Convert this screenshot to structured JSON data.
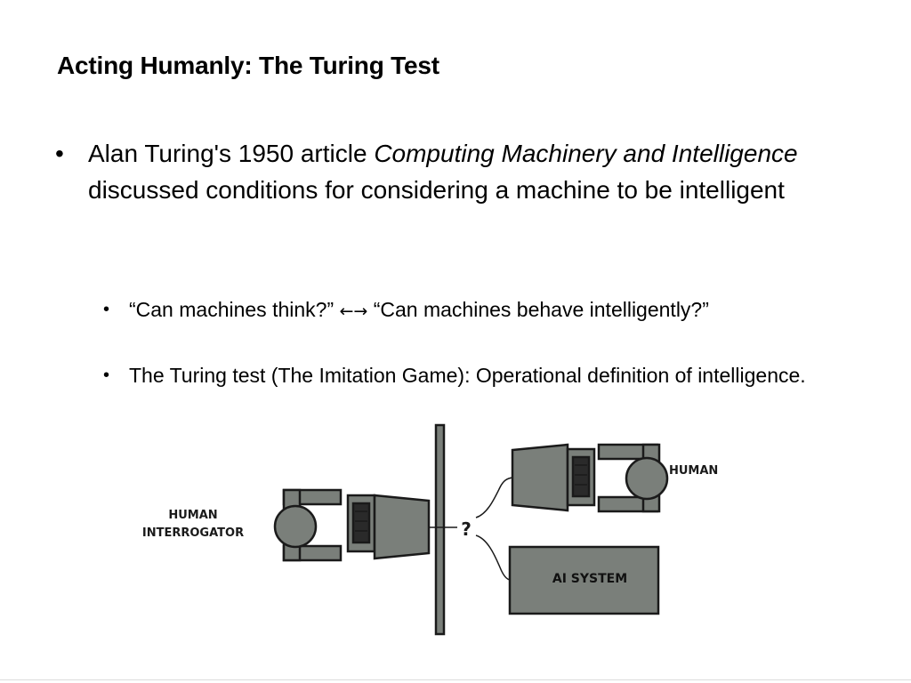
{
  "slide": {
    "title": "Acting Humanly: The Turing Test",
    "bullet_main": {
      "part1": "Alan Turing's 1950 article ",
      "italic": "Computing Machinery and Intelligence",
      "part2": " discussed conditions for considering a machine to be intelligent"
    },
    "sub_bullets": [
      {
        "part1": "“Can machines think?” ",
        "arrow": "←→",
        "part2": " “Can machines behave intelligently?”"
      },
      {
        "text": "The Turing test (The Imitation Game): Operational definition of intelligence."
      }
    ]
  },
  "diagram": {
    "interrogator_label_line1": "HUMAN",
    "interrogator_label_line2": "INTERROGATOR",
    "human_label": "HUMAN",
    "ai_label": "AI SYSTEM",
    "question_mark": "?",
    "colors": {
      "fill": "#7a7f7a",
      "stroke": "#1a1a1a"
    }
  }
}
